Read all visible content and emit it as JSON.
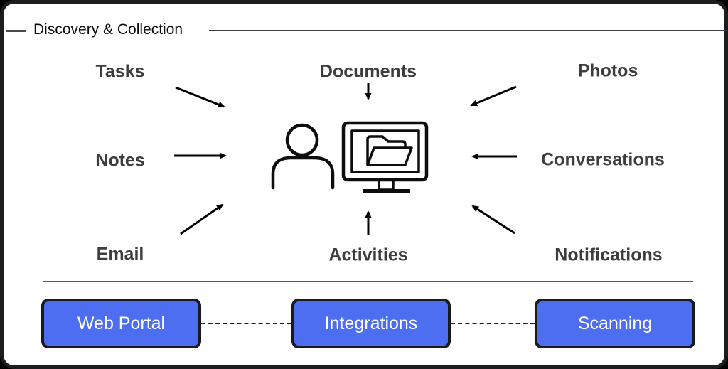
{
  "panel": {
    "title": "Discovery & Collection"
  },
  "sources": [
    {
      "id": "tasks",
      "label": "Tasks"
    },
    {
      "id": "notes",
      "label": "Notes"
    },
    {
      "id": "email",
      "label": "Email"
    },
    {
      "id": "documents",
      "label": "Documents"
    },
    {
      "id": "activities",
      "label": "Activities"
    },
    {
      "id": "photos",
      "label": "Photos"
    },
    {
      "id": "conversations",
      "label": "Conversations"
    },
    {
      "id": "notifications",
      "label": "Notifications"
    }
  ],
  "center_icon": "person-at-computer-with-open-folder",
  "channels": [
    {
      "label": "Web Portal"
    },
    {
      "label": "Integrations"
    },
    {
      "label": "Scanning"
    }
  ],
  "colors": {
    "button_fill": "#4d6ef0",
    "button_border": "#191a1c",
    "button_text": "#ffffff",
    "label_text": "#3d3d3d",
    "arrow": "#000000",
    "frame_border": "#1c1d1e",
    "panel_background": "#ffffff"
  }
}
